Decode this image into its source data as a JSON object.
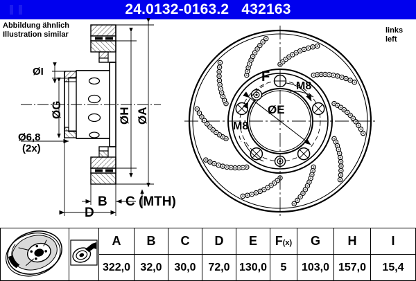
{
  "header": {
    "part_number": "24.0132-0163.2",
    "reference_number": "432163",
    "title": "24.0132-0163.2   432163",
    "background_color": "#0000ee",
    "text_color": "#ffffff"
  },
  "notes": {
    "illustration_note_de": "Abbildung ähnlich",
    "illustration_note_en": "Illustration similar",
    "illustration_note": "Abbildung ähnlich\nIllustration similar",
    "side_de": "links",
    "side_en": "left",
    "side_note": "links\nleft"
  },
  "section_view": {
    "labels": {
      "dia_i": "ØI",
      "dia_g": "ØG",
      "dia_68": "Ø6,8",
      "dia_68_qty": "(2x)",
      "dia_h": "ØH",
      "dia_a": "ØA",
      "dim_b": "B",
      "dim_c": "C (MTH)",
      "dim_d": "D"
    }
  },
  "face_view": {
    "labels": {
      "bolt_callout": "F",
      "thread_left": "M8",
      "thread_right": "M8",
      "dia_e": "ØE"
    }
  },
  "table": {
    "headers": [
      "A",
      "B",
      "C",
      "D",
      "E",
      "F(x)",
      "G",
      "H",
      "I"
    ],
    "header_f_main": "F",
    "header_f_sub": "(x)",
    "values": [
      "322,0",
      "32,0",
      "30,0",
      "72,0",
      "130,0",
      "5",
      "103,0",
      "157,0",
      "15,4"
    ]
  },
  "icons": {
    "disc_pictogram": "brake-disc-icon",
    "caliper_pictogram": "measuring-caliper-icon"
  }
}
